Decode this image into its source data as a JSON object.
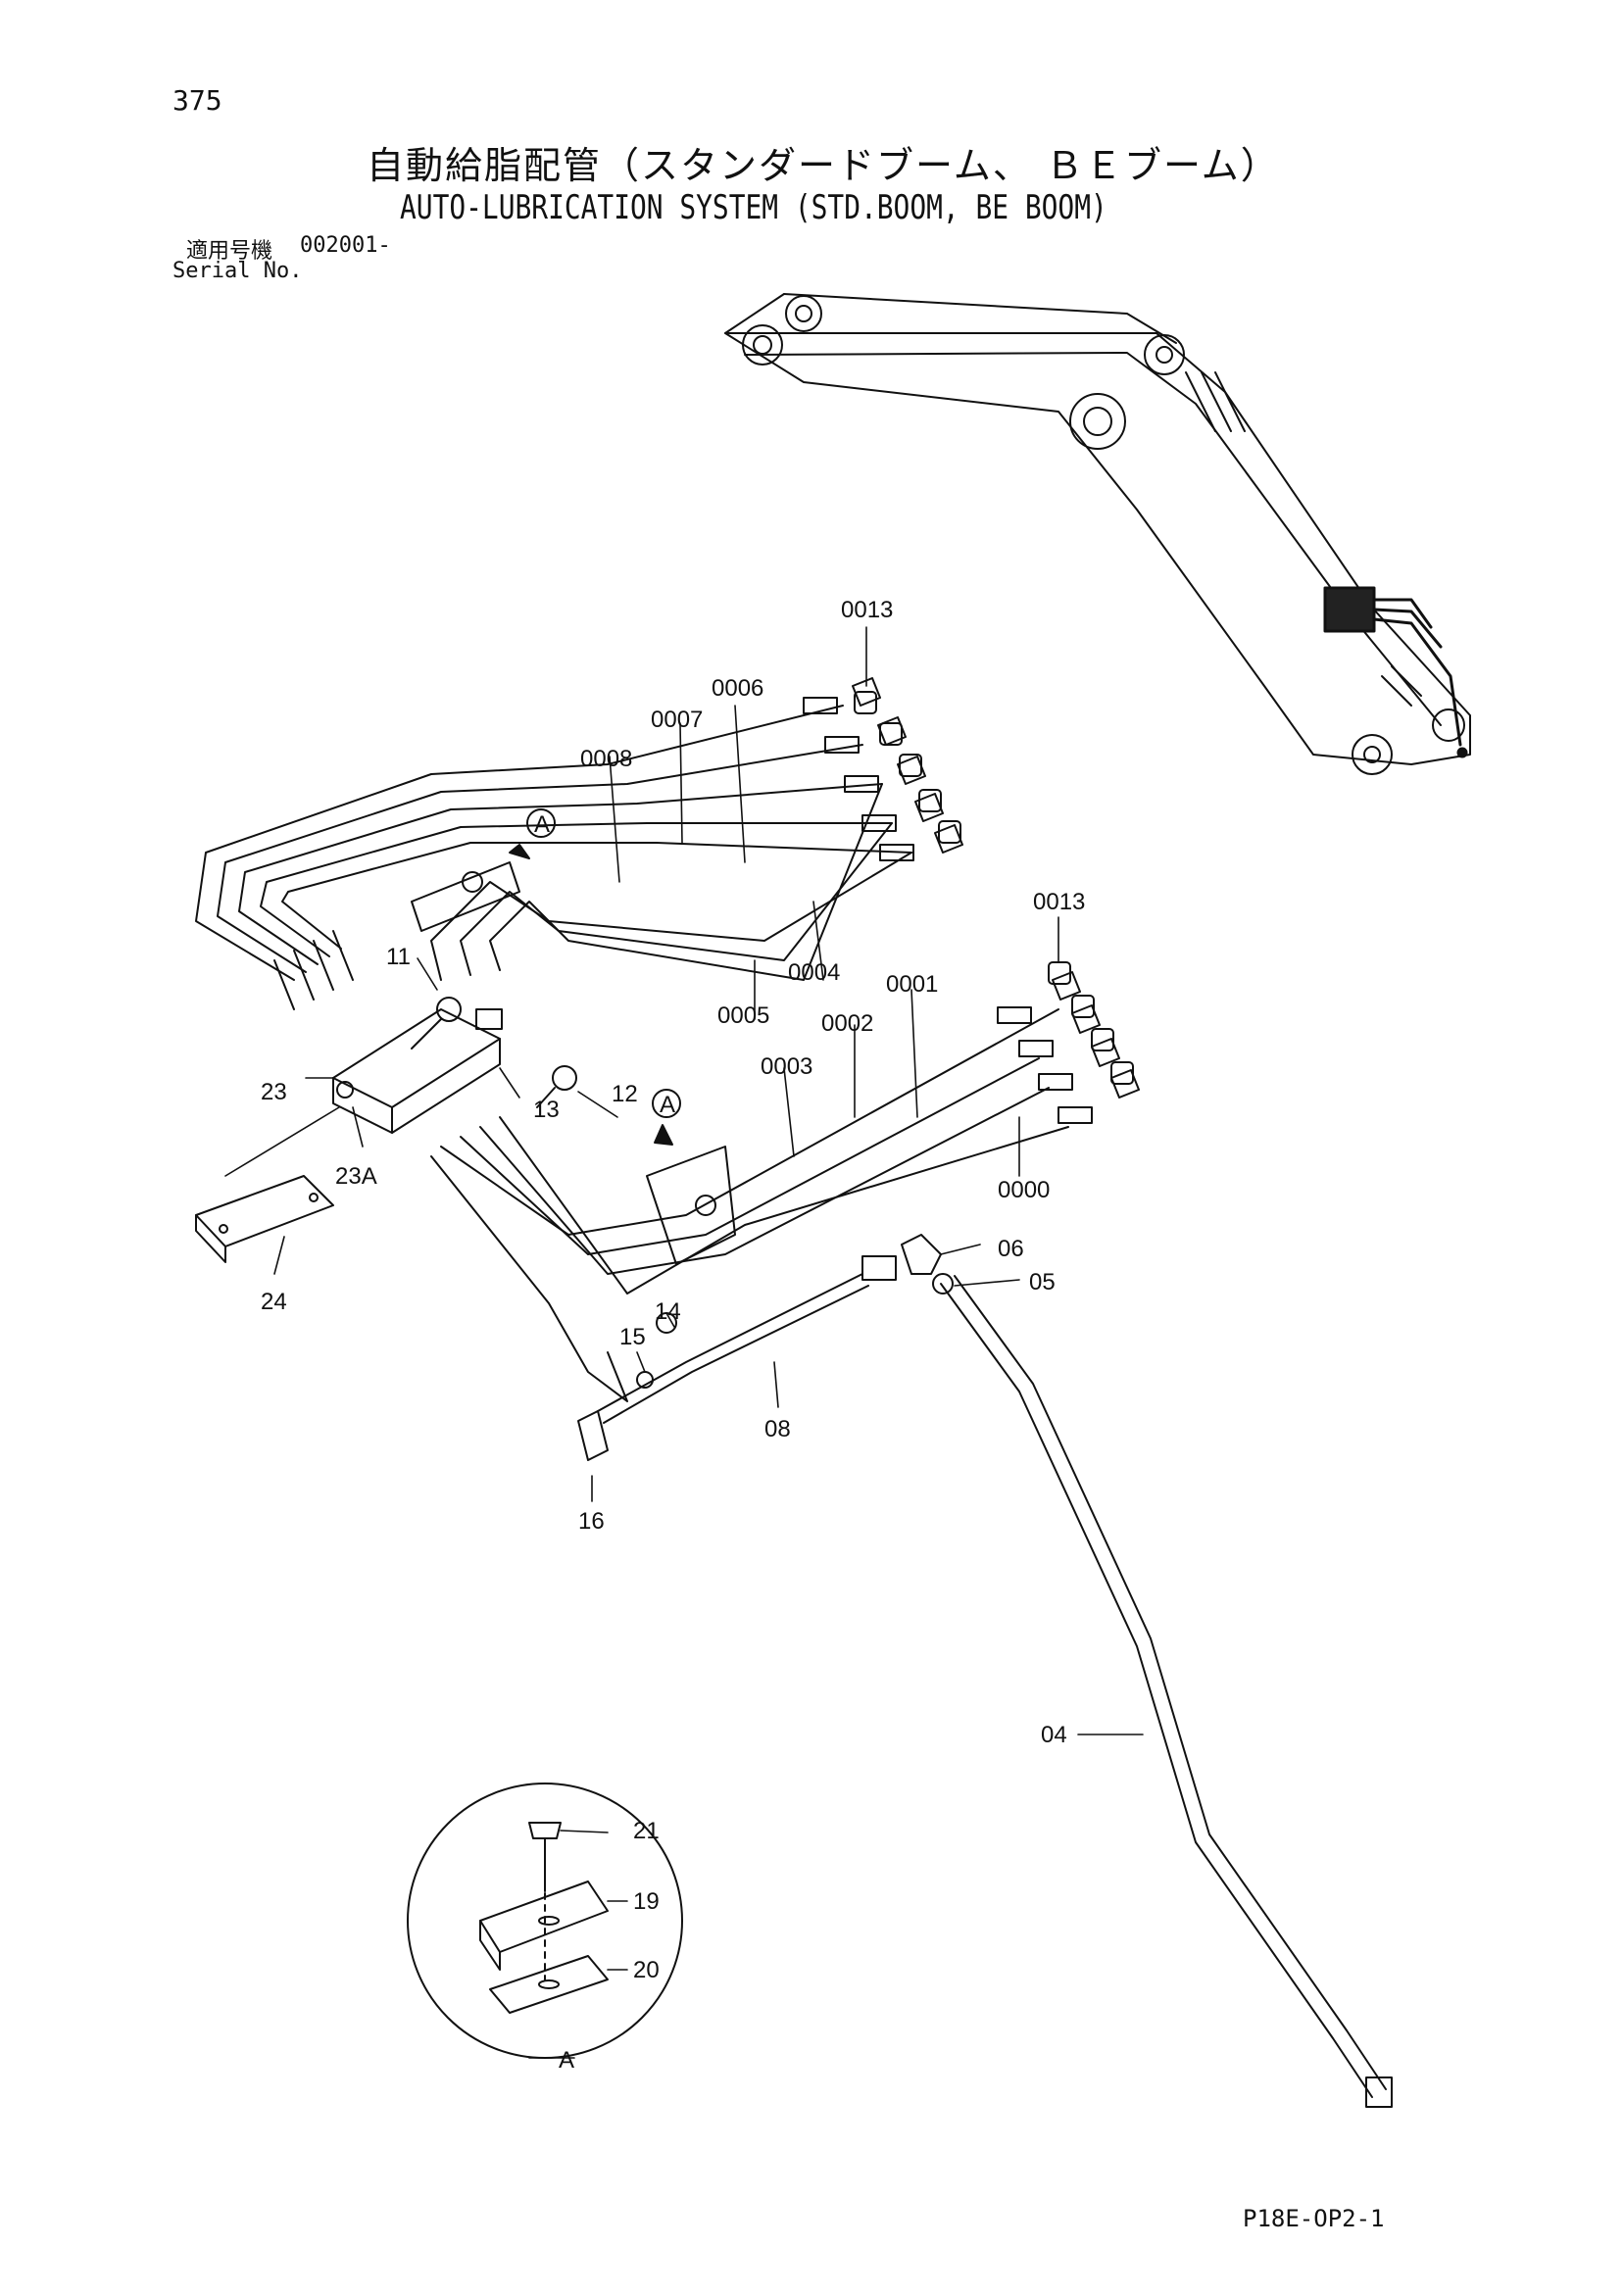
{
  "page_number": "375",
  "title_ja": "自動給脂配管（スタンダードブーム、 ＢＥブーム）",
  "title_en": "AUTO-LUBRICATION SYSTEM (STD.BOOM, BE BOOM)",
  "serial": {
    "label_ja": "適用号機",
    "label_en": "Serial No.",
    "value": "002001-"
  },
  "drawing_code": "P18E-OP2-1",
  "detail_marker": "A",
  "part_labels": {
    "p0013a": "0013",
    "p0006": "0006",
    "p0007": "0007",
    "p0008": "0008",
    "p0004": "0004",
    "p0005": "0005",
    "p0013b": "0013",
    "p0001": "0001",
    "p0002": "0002",
    "p0003": "0003",
    "p0000": "0000",
    "p11": "11",
    "p12": "12",
    "p13": "13",
    "p23": "23",
    "p23a": "23A",
    "p24": "24",
    "p06": "06",
    "p05": "05",
    "p14": "14",
    "p15": "15",
    "p16": "16",
    "p08": "08",
    "p04": "04",
    "p21": "21",
    "p19": "19",
    "p20": "20"
  }
}
